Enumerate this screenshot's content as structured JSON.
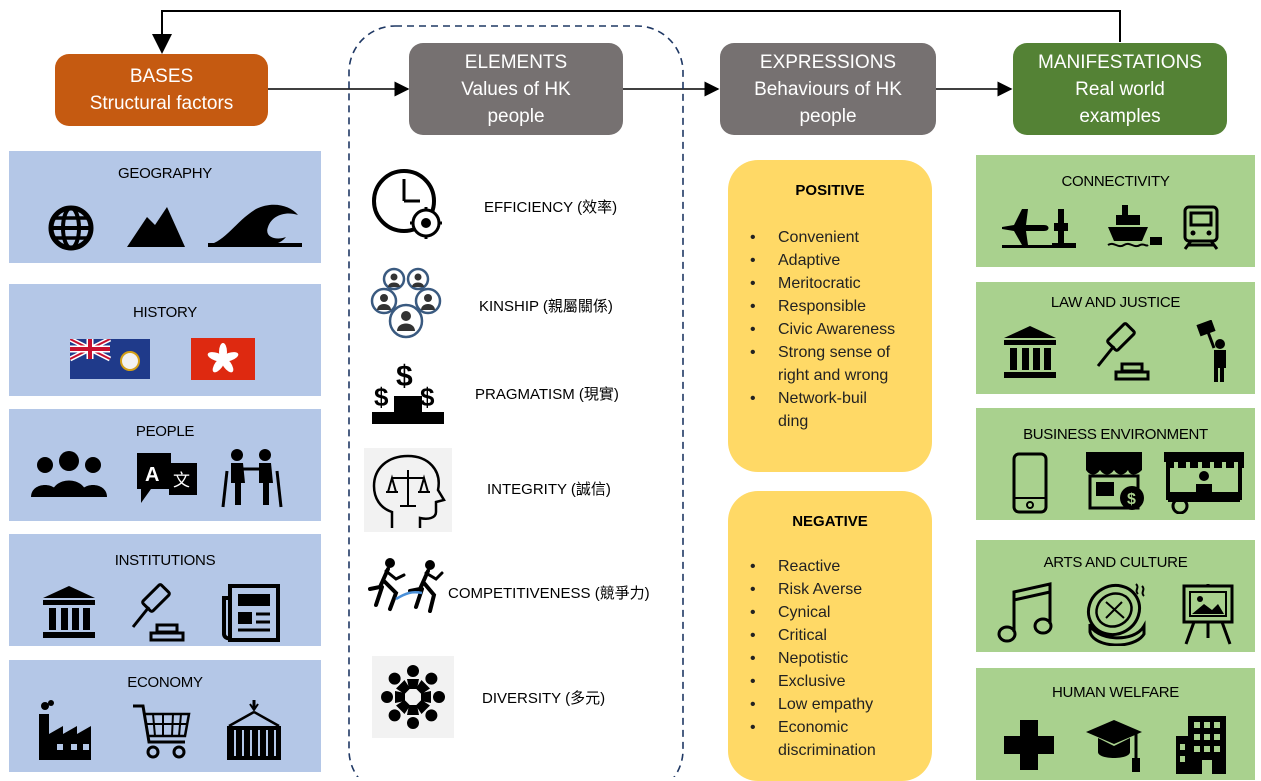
{
  "headers": {
    "bases": {
      "title": "BASES",
      "subtitle": "Structural factors"
    },
    "elements": {
      "title": "ELEMENTS",
      "line2": "Values of HK",
      "line3": "people"
    },
    "expressions": {
      "title": "EXPRESSIONS",
      "line2": "Behaviours of HK",
      "line3": "people"
    },
    "manifestations": {
      "title": "MANIFESTATIONS",
      "line2": "Real world",
      "line3": "examples"
    }
  },
  "colors": {
    "bases_header": "#c55a11",
    "grey_header": "#767171",
    "manif_header": "#548235",
    "base_box": "#b4c7e7",
    "manif_box": "#a9d18e",
    "expression_card": "#ffd966"
  },
  "bases": [
    {
      "title": "GEOGRAPHY",
      "icons": [
        "globe-icon",
        "mountain-icon",
        "wave-icon"
      ]
    },
    {
      "title": "HISTORY",
      "icons": [
        "colonial-flag-icon",
        "hksar-flag-icon"
      ]
    },
    {
      "title": "PEOPLE",
      "icons": [
        "group-icon",
        "translate-icon",
        "elderly-couple-icon"
      ]
    },
    {
      "title": "INSTITUTIONS",
      "icons": [
        "building-icon",
        "gavel-icon",
        "newspaper-icon"
      ]
    },
    {
      "title": "ECONOMY",
      "icons": [
        "factory-icon",
        "cart-icon",
        "container-icon"
      ]
    }
  ],
  "elements": [
    {
      "label": "EFFICIENCY (效率)",
      "icon": "clock-gear-icon"
    },
    {
      "label": "KINSHIP (親屬關係)",
      "icon": "network-people-icon"
    },
    {
      "label": "PRAGMATISM (現實)",
      "icon": "money-podium-icon"
    },
    {
      "label": "INTEGRITY (誠信)",
      "icon": "head-scale-icon"
    },
    {
      "label": "COMPETITIVENESS (競爭力)",
      "icon": "runners-icon"
    },
    {
      "label": "DIVERSITY (多元)",
      "icon": "circle-people-icon"
    }
  ],
  "expressions": {
    "positive": {
      "title": "POSITIVE",
      "items": [
        "Convenient",
        "Adaptive",
        "Meritocratic",
        "Responsible",
        "Civic Awareness",
        "Strong sense of right and wrong",
        "Network-building"
      ]
    },
    "negative": {
      "title": "NEGATIVE",
      "items": [
        "Reactive",
        "Risk Averse",
        "Cynical",
        "Critical",
        "Nepotistic",
        "Exclusive",
        "Low empathy",
        "Economic discrimination"
      ]
    }
  },
  "manifestations": [
    {
      "title": "CONNECTIVITY",
      "icons": [
        "airport-icon",
        "ship-icon",
        "train-icon"
      ]
    },
    {
      "title": "LAW AND JUSTICE",
      "icons": [
        "building-icon",
        "gavel-icon",
        "protester-icon"
      ]
    },
    {
      "title": "BUSINESS ENVIRONMENT",
      "icons": [
        "mobile-phone-icon",
        "shop-icon",
        "market-stall-icon"
      ]
    },
    {
      "title": "ARTS AND CULTURE",
      "icons": [
        "music-note-icon",
        "mooncake-icon",
        "easel-icon"
      ]
    },
    {
      "title": "HUMAN WELFARE",
      "icons": [
        "medical-cross-icon",
        "graduation-icon",
        "apartment-icon"
      ]
    }
  ]
}
